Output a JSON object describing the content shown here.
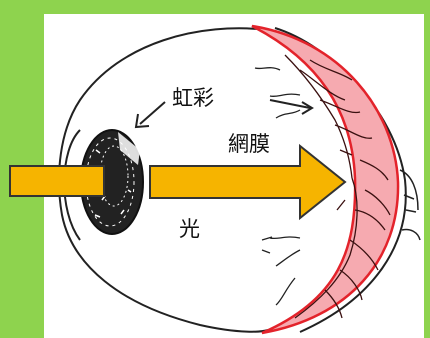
{
  "labels": {
    "iris": "虹彩",
    "retina": "網膜",
    "light": "光"
  },
  "colors": {
    "background": "#8ed34e",
    "panel": "#ffffff",
    "arrow_fill": "#f6b400",
    "arrow_stroke": "#333333",
    "retina_fill": "#f6aab0",
    "retina_stroke": "#e3232b",
    "drawing_line": "#222222"
  }
}
